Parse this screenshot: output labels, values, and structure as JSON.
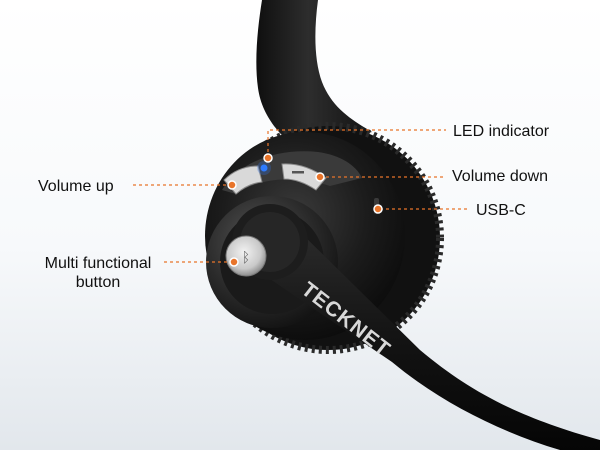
{
  "image": {
    "description_colors": {
      "background_top": "#ffffff",
      "background_bottom": "#e2e7ec",
      "headset_body": "#161616",
      "callout_accent": "#e8742a",
      "led_color": "#2f7bff"
    },
    "brand_text": "TECKNET"
  },
  "callouts": {
    "led_indicator": "LED indicator",
    "volume_down": "Volume down",
    "usb_c": "USB-C",
    "volume_up": "Volume up",
    "multi_functional_line1": "Multi functional",
    "multi_functional_line2": "button"
  }
}
